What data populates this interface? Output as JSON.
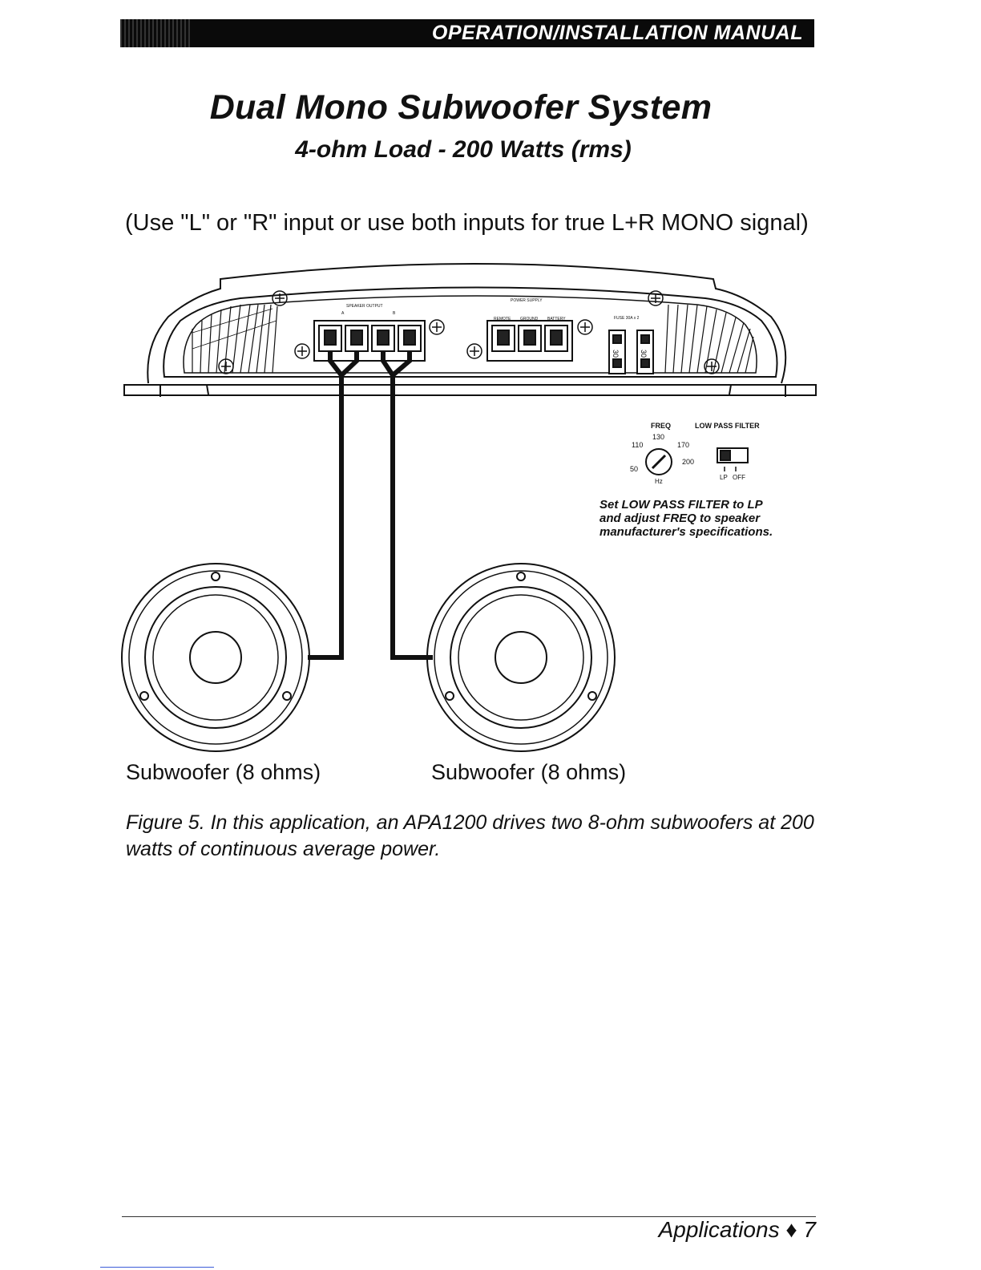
{
  "header": {
    "title": "OPERATION/INSTALLATION MANUAL"
  },
  "page": {
    "title": "Dual Mono Subwoofer System",
    "subtitle": "4-ohm Load - 200 Watts (rms)",
    "instruction": "(Use \"L\" or \"R\" input or use both inputs for true L+R MONO signal)"
  },
  "amplifier": {
    "speaker_output_label": "SPEAKER OUTPUT",
    "channel_a": "A",
    "channel_b": "B",
    "power_supply_label": "POWER SUPPLY",
    "remote_label": "REMOTE",
    "ground_label": "GROUND",
    "battery_label": "BATTERY",
    "fuse_label": "FUSE 30A x 2",
    "fuse_value": "30"
  },
  "controls": {
    "freq_label": "FREQ",
    "filter_label": "LOW PASS FILTER",
    "freq_ticks": [
      "50",
      "110",
      "130",
      "170",
      "200"
    ],
    "hz_label": "Hz",
    "lp_label": "LP",
    "off_label": "OFF",
    "note_line1": "Set LOW PASS FILTER to LP",
    "note_line2": "and adjust FREQ to speaker",
    "note_line3": "manufacturer's specifications."
  },
  "speakers": {
    "left_label": "Subwoofer (8 ohms)",
    "right_label": "Subwoofer (8 ohms)"
  },
  "figure_caption": "Figure 5. In this application, an APA1200 drives two 8-ohm subwoofers at 200 watts of continuous average power.",
  "footer": {
    "text": "Applications ♦ 7"
  }
}
